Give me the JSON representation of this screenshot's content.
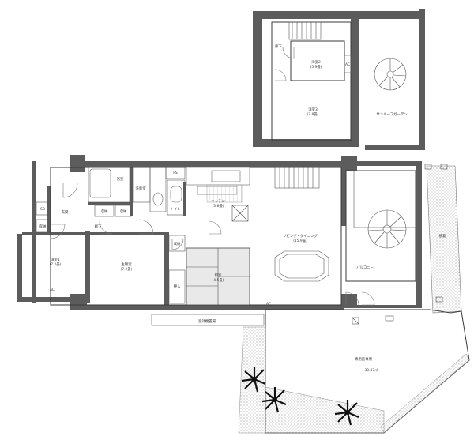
{
  "colors": {
    "wall": "#5c5c5c",
    "line": "#3a3a3a",
    "tatami": "#e9e9e9",
    "planting": "#d8d8d8",
    "background": "#ffffff"
  },
  "upper_floor": {
    "rooms": {
      "western2": {
        "name": "洋室2",
        "area": "(5.9畳)"
      },
      "western3": {
        "name": "洋室3",
        "area": "(7.8畳)"
      },
      "garden": {
        "name": "サンルーフガーデン"
      },
      "hall": {
        "name": "廊下"
      },
      "ac": "AC"
    }
  },
  "main_floor": {
    "rooms": {
      "western1": {
        "name": "洋室1",
        "area": "(7.2畳)"
      },
      "master": {
        "name": "主寝室",
        "area": "(7.2畳)"
      },
      "japanese": {
        "name": "和室",
        "area": "(4.5畳)"
      },
      "kitchen": {
        "name": "キッチン",
        "area": "(3.8畳)"
      },
      "living": {
        "name": "リビング・ダイニング",
        "area": "(15.9畳)"
      },
      "balcony": {
        "name": "バルコニー"
      },
      "storage_a": {
        "name": "浴室"
      },
      "washroom": {
        "name": "洗面室"
      },
      "toilet": {
        "name": "トイレ"
      },
      "ps": "PS",
      "sb": "SB",
      "entrance": {
        "name": "玄関"
      },
      "closet_1": "収納",
      "closet_2": "収納",
      "closet_3": "収納",
      "closet_4": "収納",
      "hallway": {
        "name": "廊下"
      },
      "oshiire": {
        "name": "押入"
      },
      "ac_west": "AC",
      "ac_living": "AC"
    },
    "outdoor": {
      "machine_room": {
        "name": "室外機置場"
      },
      "terrace": {
        "name": "専用庭専用",
        "area": "30.47㎡"
      },
      "planting": {
        "name": "植栽"
      }
    }
  }
}
